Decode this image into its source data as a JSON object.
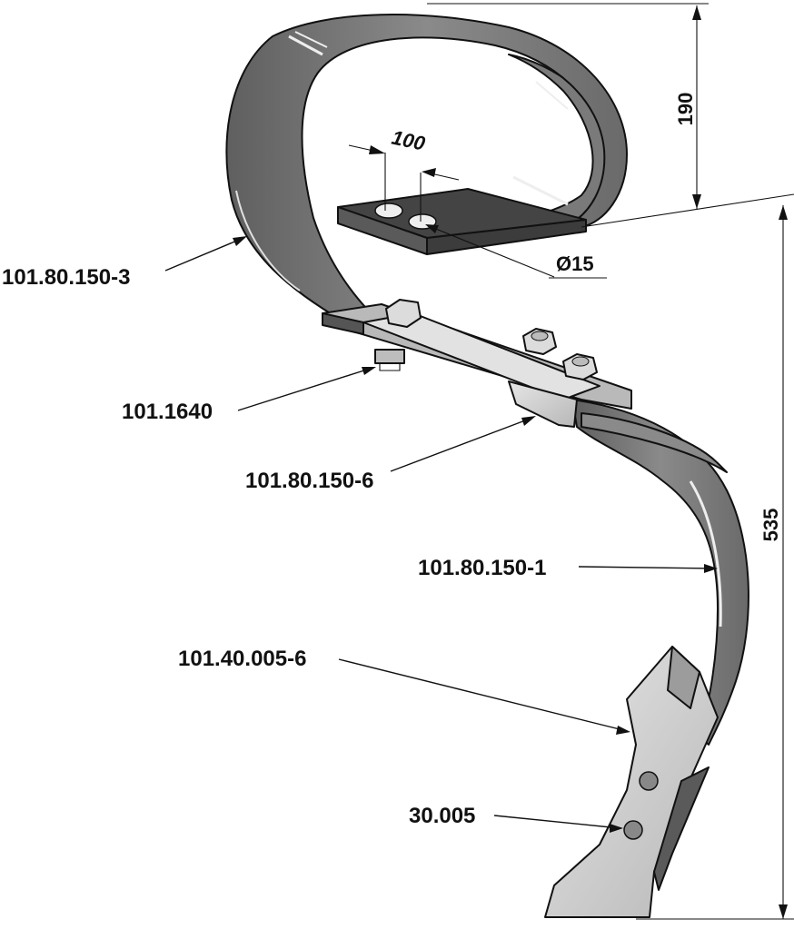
{
  "parts": {
    "spring_clamp": "101.80.150-3",
    "bolt_set": "101.1640",
    "clamp_plate": "101.80.150-6",
    "spring_tine": "101.80.150-1",
    "point": "101.40.005-6",
    "point_bolts": "30.005"
  },
  "dimensions": {
    "hole_spacing": "100",
    "hole_diameter": "Ø15",
    "clamp_height": "190",
    "total_height": "535"
  },
  "colors": {
    "steel_dark": "#6e6e6e",
    "steel_mid": "#9a9a9a",
    "steel_light": "#d0d0d0",
    "outline": "#111111"
  }
}
